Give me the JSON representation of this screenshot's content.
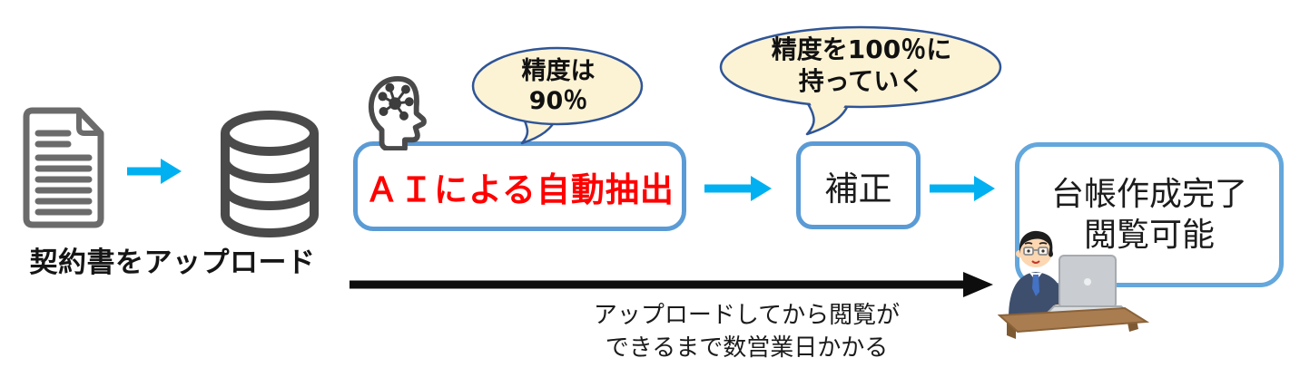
{
  "upload": {
    "caption": "契約書をアップロード"
  },
  "ai_step": {
    "label": "ＡＩによる自動抽出",
    "bubble_line1": "精度は",
    "bubble_line2": "90％"
  },
  "correction_step": {
    "label": "補正",
    "bubble_line1": "精度を100％に",
    "bubble_line2": "持っていく"
  },
  "final_step": {
    "line1": "台帳作成完了",
    "line2": "閲覧可能"
  },
  "timeline": {
    "note_line1": "アップロードしてから閲覧が",
    "note_line2": "できるまで数営業日かかる"
  },
  "icons": {
    "document": "contract-document-icon",
    "database": "database-icon",
    "ai_head": "ai-brain-head-icon",
    "worker": "office-worker-at-laptop-illustration"
  },
  "colors": {
    "accent_cyan": "#00B0F0",
    "box_border_blue": "#5B9BD5",
    "final_box_border": "#64A7DC",
    "bubble_fill": "#FCF3D5",
    "bubble_border": "#2F5597",
    "highlight_red": "#FF0000",
    "icon_gray": "#4A4A4A",
    "arrow_black": "#0D0D0D"
  }
}
